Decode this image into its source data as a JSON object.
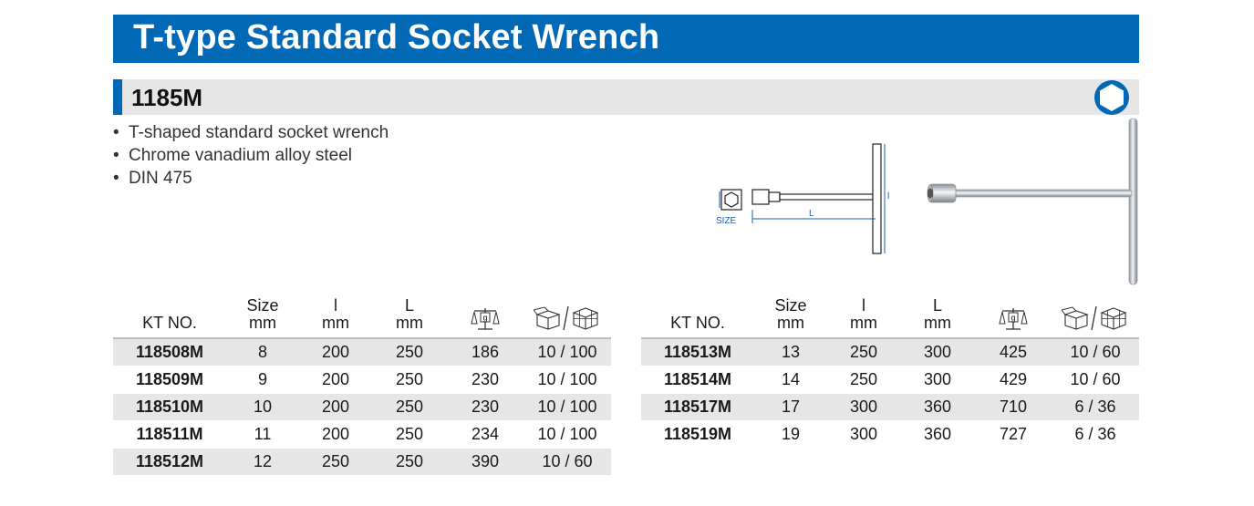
{
  "header": {
    "title": "T-type Standard Socket Wrench"
  },
  "model": {
    "code": "1185M",
    "icon": "hex-socket-icon"
  },
  "features": [
    "T-shaped standard socket wrench",
    "Chrome vanadium alloy steel",
    "DIN 475"
  ],
  "diagram": {
    "size_label": "SIZE",
    "L_label": "L",
    "l_label": "l"
  },
  "table_headers": {
    "kt": "KT NO.",
    "size": "Size",
    "size_unit": "mm",
    "l": "l",
    "l_unit": "mm",
    "L": "L",
    "L_unit": "mm",
    "weight_icon": "scale-weight-icon",
    "weight_unit": "g",
    "pack_icon": "box-packing-icon"
  },
  "left_table": {
    "rows": [
      {
        "kt": "118508M",
        "size": "8",
        "l": "200",
        "L": "250",
        "g": "186",
        "pack": "10 / 100"
      },
      {
        "kt": "118509M",
        "size": "9",
        "l": "200",
        "L": "250",
        "g": "230",
        "pack": "10 / 100"
      },
      {
        "kt": "118510M",
        "size": "10",
        "l": "200",
        "L": "250",
        "g": "230",
        "pack": "10 / 100"
      },
      {
        "kt": "118511M",
        "size": "11",
        "l": "200",
        "L": "250",
        "g": "234",
        "pack": "10 / 100"
      },
      {
        "kt": "118512M",
        "size": "12",
        "l": "250",
        "L": "250",
        "g": "390",
        "pack": "10 / 60"
      }
    ]
  },
  "right_table": {
    "rows": [
      {
        "kt": "118513M",
        "size": "13",
        "l": "250",
        "L": "300",
        "g": "425",
        "pack": "10 / 60"
      },
      {
        "kt": "118514M",
        "size": "14",
        "l": "250",
        "L": "300",
        "g": "429",
        "pack": "10 / 60"
      },
      {
        "kt": "118517M",
        "size": "17",
        "l": "300",
        "L": "360",
        "g": "710",
        "pack": "6 / 36"
      },
      {
        "kt": "118519M",
        "size": "19",
        "l": "300",
        "L": "360",
        "g": "727",
        "pack": "6 / 36"
      }
    ]
  },
  "colors": {
    "brand_blue": "#0068b4",
    "row_gray": "#e6e6e6"
  }
}
